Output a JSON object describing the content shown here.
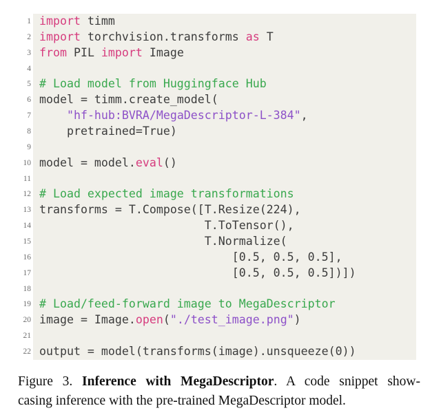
{
  "code_block": {
    "background": "#f1f0ea",
    "colors": {
      "kw": "#d63c7e",
      "bi": "#d63c7e",
      "com": "#39a84e",
      "str": "#8d51c8",
      "txt": "#3c3c3c",
      "lineno": "#6f6f6f"
    },
    "lines": [
      {
        "n": "1",
        "tokens": [
          [
            "kw",
            "import"
          ],
          [
            "txt",
            " timm"
          ]
        ]
      },
      {
        "n": "2",
        "tokens": [
          [
            "kw",
            "import"
          ],
          [
            "txt",
            " torchvision.transforms "
          ],
          [
            "kw",
            "as"
          ],
          [
            "txt",
            " T"
          ]
        ]
      },
      {
        "n": "3",
        "tokens": [
          [
            "kw",
            "from"
          ],
          [
            "txt",
            " PIL "
          ],
          [
            "kw",
            "import"
          ],
          [
            "txt",
            " Image"
          ]
        ]
      },
      {
        "n": "4",
        "tokens": []
      },
      {
        "n": "5",
        "tokens": [
          [
            "com",
            "# Load model from Huggingface Hub"
          ]
        ]
      },
      {
        "n": "6",
        "tokens": [
          [
            "txt",
            "model = timm.create_model("
          ]
        ]
      },
      {
        "n": "7",
        "tokens": [
          [
            "txt",
            "    "
          ],
          [
            "str",
            "\"hf-hub:BVRA/MegaDescriptor-L-384\""
          ],
          [
            "txt",
            ","
          ]
        ]
      },
      {
        "n": "8",
        "tokens": [
          [
            "txt",
            "    pretrained=True)"
          ]
        ]
      },
      {
        "n": "9",
        "tokens": []
      },
      {
        "n": "10",
        "tokens": [
          [
            "txt",
            "model = model."
          ],
          [
            "bi",
            "eval"
          ],
          [
            "txt",
            "()"
          ]
        ]
      },
      {
        "n": "11",
        "tokens": []
      },
      {
        "n": "12",
        "tokens": [
          [
            "com",
            "# Load expected image transformations"
          ]
        ]
      },
      {
        "n": "13",
        "tokens": [
          [
            "txt",
            "transforms = T.Compose([T.Resize(224),"
          ]
        ]
      },
      {
        "n": "14",
        "tokens": [
          [
            "txt",
            "                        T.ToTensor(),"
          ]
        ]
      },
      {
        "n": "15",
        "tokens": [
          [
            "txt",
            "                        T.Normalize("
          ]
        ]
      },
      {
        "n": "16",
        "tokens": [
          [
            "txt",
            "                            [0.5, 0.5, 0.5],"
          ]
        ]
      },
      {
        "n": "17",
        "tokens": [
          [
            "txt",
            "                            [0.5, 0.5, 0.5])])"
          ]
        ]
      },
      {
        "n": "18",
        "tokens": []
      },
      {
        "n": "19",
        "tokens": [
          [
            "com",
            "# Load/feed-forward image to MegaDescriptor"
          ]
        ]
      },
      {
        "n": "20",
        "tokens": [
          [
            "txt",
            "image = Image."
          ],
          [
            "bi",
            "open"
          ],
          [
            "txt",
            "("
          ],
          [
            "str",
            "\"./test_image.png\""
          ],
          [
            "txt",
            ")"
          ]
        ]
      },
      {
        "n": "21",
        "tokens": []
      },
      {
        "n": "22",
        "tokens": [
          [
            "txt",
            "output = model(transforms(image).unsqueeze(0))"
          ]
        ]
      }
    ]
  },
  "caption": {
    "line1_prefix": "Figure 3. ",
    "line1_bold": "Inference with MegaDescriptor",
    "line1_rest": ". A code snippet show-",
    "line2": "casing inference with the pre-trained MegaDescriptor model."
  }
}
